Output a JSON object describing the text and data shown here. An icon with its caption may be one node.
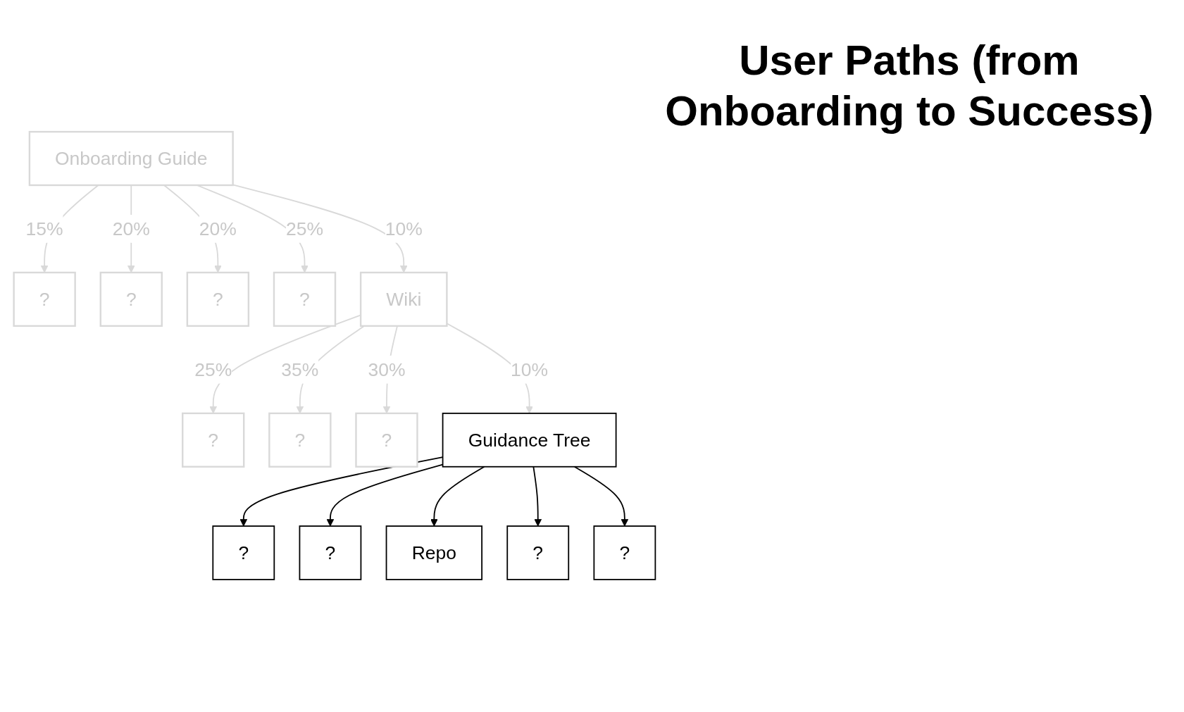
{
  "diagram": {
    "title": "User Paths (from Onboarding to Success)",
    "nodes": [
      {
        "text": [
          "Onboarding Guide"
        ]
      },
      {
        "text": [
          "?"
        ]
      },
      {
        "text": [
          "?"
        ]
      },
      {
        "text": [
          "?"
        ]
      },
      {
        "text": [
          "?"
        ]
      },
      {
        "text": [
          "Wiki"
        ]
      },
      {
        "text": [
          "?"
        ]
      },
      {
        "text": [
          "?"
        ]
      },
      {
        "text": [
          "?"
        ]
      },
      {
        "text": [
          "Guidance Tree"
        ]
      },
      {
        "text": [
          "?"
        ]
      },
      {
        "text": [
          "?"
        ]
      },
      {
        "text": [
          "Repo"
        ]
      },
      {
        "text": [
          "?"
        ]
      },
      {
        "text": [
          "?"
        ]
      }
    ],
    "edges": [
      {
        "from": 0,
        "to": 1,
        "arrow": "to",
        "label": "15%"
      },
      {
        "from": 0,
        "to": 5,
        "arrow": "to",
        "label": "10%"
      },
      {
        "from": 0,
        "to": 2,
        "arrow": "to",
        "label": "20%"
      },
      {
        "from": 0,
        "to": 3,
        "arrow": "to",
        "label": "20%"
      },
      {
        "from": 0,
        "to": 4,
        "arrow": "to",
        "label": "25%"
      },
      {
        "from": 5,
        "to": 6,
        "arrow": "to",
        "label": "25%"
      },
      {
        "from": 5,
        "to": 7,
        "arrow": "to",
        "label": "35%"
      },
      {
        "from": 5,
        "to": 8,
        "arrow": "to",
        "label": "30%"
      },
      {
        "from": 5,
        "to": 9,
        "arrow": "to",
        "label": "10%"
      },
      {
        "from": 9,
        "to": 10,
        "arrow": "to",
        "color": "#000000"
      },
      {
        "from": 9,
        "to": 11,
        "arrow": "to",
        "color": "#000000"
      },
      {
        "from": 9,
        "to": 12,
        "arrow": "to",
        "color": "#000000"
      },
      {
        "from": 9,
        "to": 13,
        "arrow": "to",
        "color": "#000000"
      },
      {
        "from": 9,
        "to": 14,
        "arrow": "to",
        "color": "#000000"
      }
    ]
  }
}
